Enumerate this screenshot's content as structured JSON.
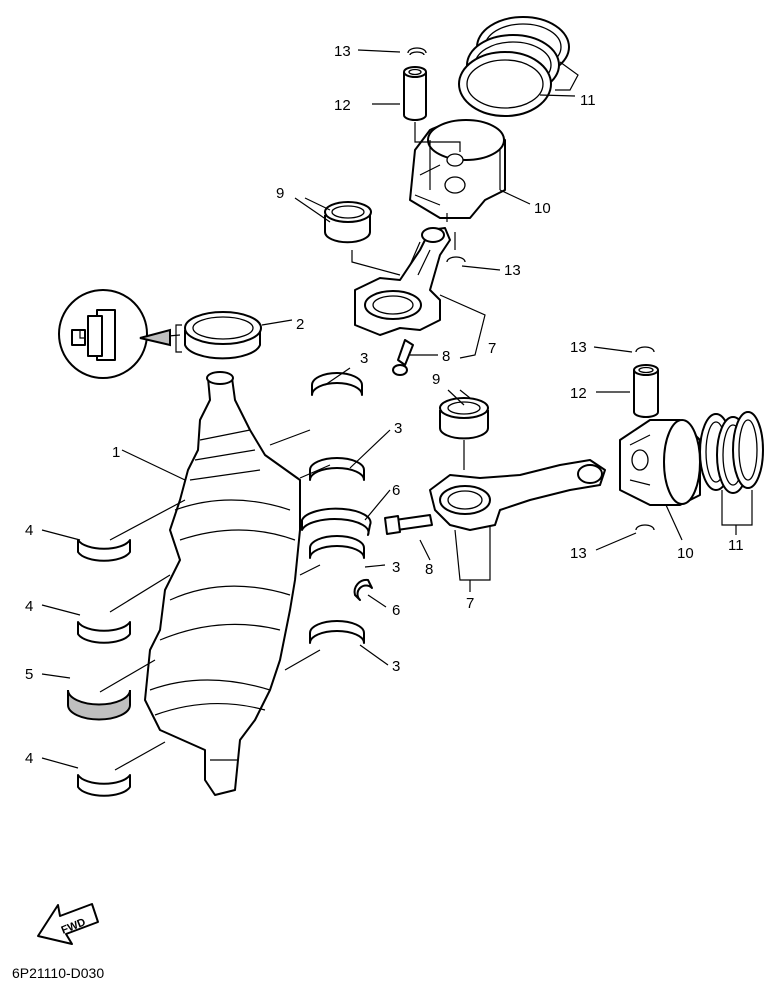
{
  "diagram": {
    "code": "6P21110-D030",
    "fwd_label": "FWD",
    "callouts": {
      "c1": "1",
      "c2": "2",
      "c3a": "3",
      "c3b": "3",
      "c3c": "3",
      "c3d": "3",
      "c4a": "4",
      "c4b": "4",
      "c4c": "4",
      "c5": "5",
      "c6a": "6",
      "c6b": "6",
      "c7a": "7",
      "c7b": "7",
      "c8a": "8",
      "c8b": "8",
      "c9a": "9",
      "c9b": "9",
      "c10a": "10",
      "c10b": "10",
      "c11a": "11",
      "c11b": "11",
      "c12a": "12",
      "c12b": "12",
      "c13a": "13",
      "c13b": "13",
      "c13c": "13",
      "c13d": "13"
    }
  }
}
